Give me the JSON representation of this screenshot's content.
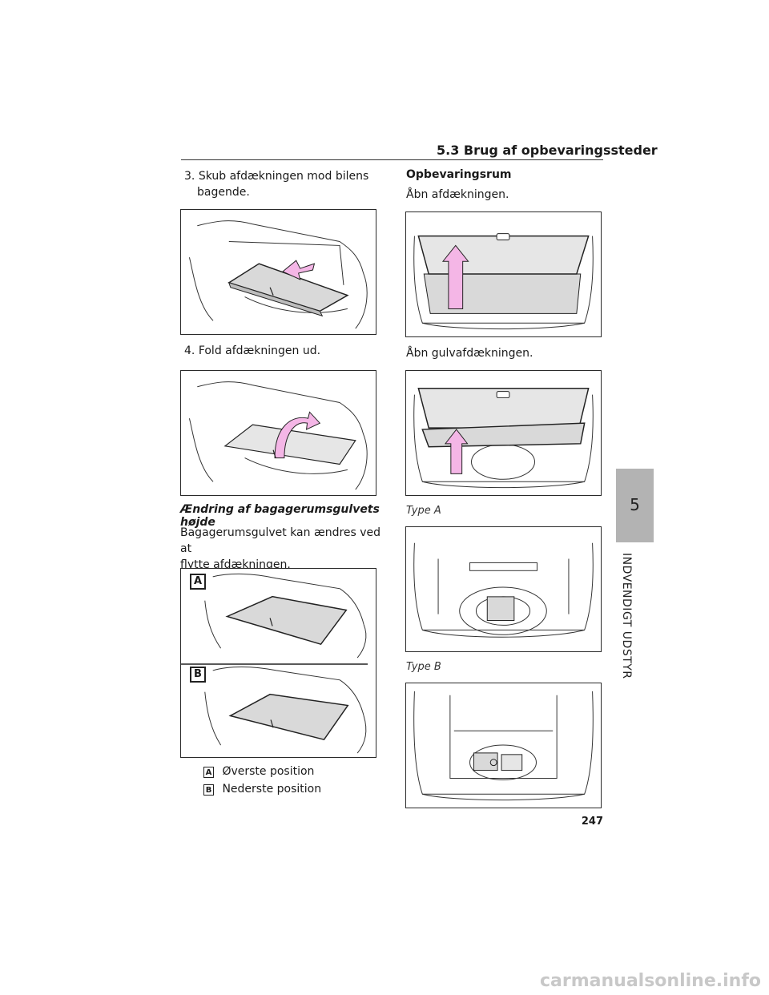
{
  "header": {
    "section_title": "5.3  Brug af opbevaringssteder"
  },
  "left": {
    "step3_num": "3.",
    "step3_line1": "Skub afdækningen mod bilens",
    "step3_line2": "bagende.",
    "step4_num": "4.",
    "step4_text": "Fold afdækningen ud.",
    "heading": "Ændring af bagagerumsgulvets højde",
    "para_line1": "Bagagerumsgulvet kan ændres ved at",
    "para_line2": "flytte afdækningen.",
    "callout_a": "A",
    "callout_b": "B",
    "legend": [
      {
        "key": "A",
        "text": "Øverste position"
      },
      {
        "key": "B",
        "text": "Nederste position"
      }
    ]
  },
  "right": {
    "heading": "Opbevaringsrum",
    "text1": "Åbn afdækningen.",
    "text2": "Åbn gulvafdækningen.",
    "type_a": "Type A",
    "type_b": "Type B"
  },
  "side_tab": {
    "number": "5",
    "label": "INDVENDIGT UDSTYR"
  },
  "page_number": "247",
  "watermark": "carmanualsonline.info",
  "colors": {
    "arrow_pink": "#f4b6e6",
    "panel_gray": "#d9d9d9",
    "tab_gray": "#b3b3b3"
  }
}
